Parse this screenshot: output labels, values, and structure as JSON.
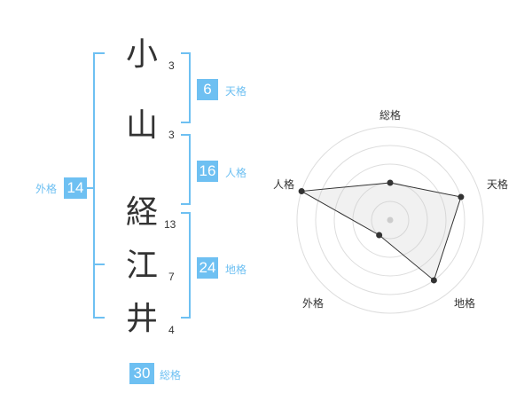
{
  "name": {
    "characters": [
      {
        "char": "小",
        "strokes": "3"
      },
      {
        "char": "山",
        "strokes": "3"
      },
      {
        "char": "経",
        "strokes": "13"
      },
      {
        "char": "江",
        "strokes": "7"
      },
      {
        "char": "井",
        "strokes": "4"
      }
    ]
  },
  "fortunes": {
    "tenkaku": {
      "value": "6",
      "label": "天格"
    },
    "jinkaku": {
      "value": "16",
      "label": "人格"
    },
    "chikaku": {
      "value": "24",
      "label": "地格"
    },
    "gaikaku": {
      "value": "14",
      "label": "外格"
    },
    "soukaku": {
      "value": "30",
      "label": "総格"
    }
  },
  "colors": {
    "accent": "#6ec0f2",
    "text": "#333333",
    "grid": "#dddddd"
  },
  "chart_data": {
    "type": "radar",
    "axes": [
      "総格",
      "天格",
      "地格",
      "外格",
      "人格"
    ],
    "values": [
      2,
      4,
      4,
      1,
      5
    ],
    "max": 5,
    "rings": 5
  }
}
